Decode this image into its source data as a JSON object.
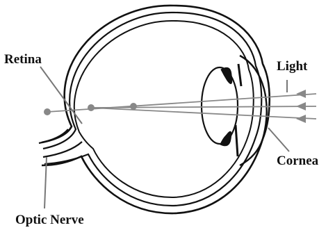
{
  "labels": {
    "retina": "Retina",
    "light": "Light",
    "cornea": "Cornea",
    "optic_nerve": "Optic Nerve"
  },
  "colors": {
    "outline": "#111111",
    "rays": "#888888",
    "leader": "#777777",
    "background": "#ffffff"
  }
}
